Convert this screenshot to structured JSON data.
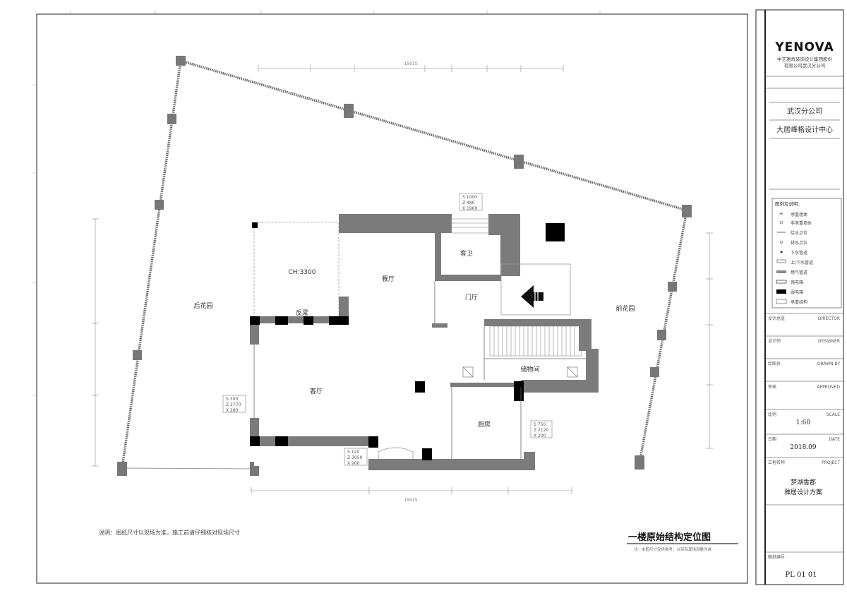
{
  "drawing": {
    "title": "一楼原始结构定位图",
    "note": "说明：图纸尺寸以现场为准，施工前请仔细核对现场尺寸",
    "subtitle_note": "注：本图尺寸仅供参考，以实际现场测量为准",
    "rooms": {
      "back_garden": "后花园",
      "front_garden": "前花园",
      "ch": "CH:3300",
      "beam": "反梁",
      "dining": "餐厅",
      "guest_bath": "客卫",
      "foyer": "门厅",
      "living": "客厅",
      "storage": "储物间",
      "kitchen": "厨房"
    },
    "window_tags": {
      "top": [
        "S  1000",
        "Z  480",
        "X  1960"
      ],
      "left": [
        "S  300",
        "Z  2770",
        "X  280"
      ],
      "bottom": [
        "S  120",
        "Z  3050",
        "X  900"
      ],
      "right": [
        "S  750",
        "Z  2120",
        "X  200"
      ]
    },
    "dims": {
      "top_total": "15015",
      "bottom_total": "15015"
    }
  },
  "title_block": {
    "logo": "YENOVA",
    "company_line1": "中艺雅奇装饰设计集团股份",
    "company_line2": "有限公司武汉分公司",
    "branch": "武汉分公司",
    "design_center": "大居峰格设计中心",
    "legend_title": "图例及说明",
    "legend": [
      "承重墙体",
      "非承重墙体",
      "给水点位",
      "排水点位",
      "下水管道",
      "上/下水管道",
      "燃气管道",
      "强电箱",
      "弱电箱",
      "承重结构"
    ],
    "legend_header": "图例及说明：",
    "fields": [
      {
        "label": "设计总监",
        "value": "DIRECTOR"
      },
      {
        "label": "设计师",
        "value": "DESIGNER"
      },
      {
        "label": "绘图员",
        "value": "DRAWN BY"
      },
      {
        "label": "审核",
        "value": "APPROVED"
      },
      {
        "label": "比例",
        "value": "SCALE"
      },
      {
        "label": "日期",
        "value": "DATE"
      },
      {
        "label": "工程名称",
        "value": "PROJECT"
      }
    ],
    "scale": "1:60",
    "date": "2018.09",
    "project_line1": "梦湖香郡",
    "project_line2": "雅居设计方案",
    "drawing_no_label": "图纸编号",
    "drawing_no": "PL 01 01"
  }
}
